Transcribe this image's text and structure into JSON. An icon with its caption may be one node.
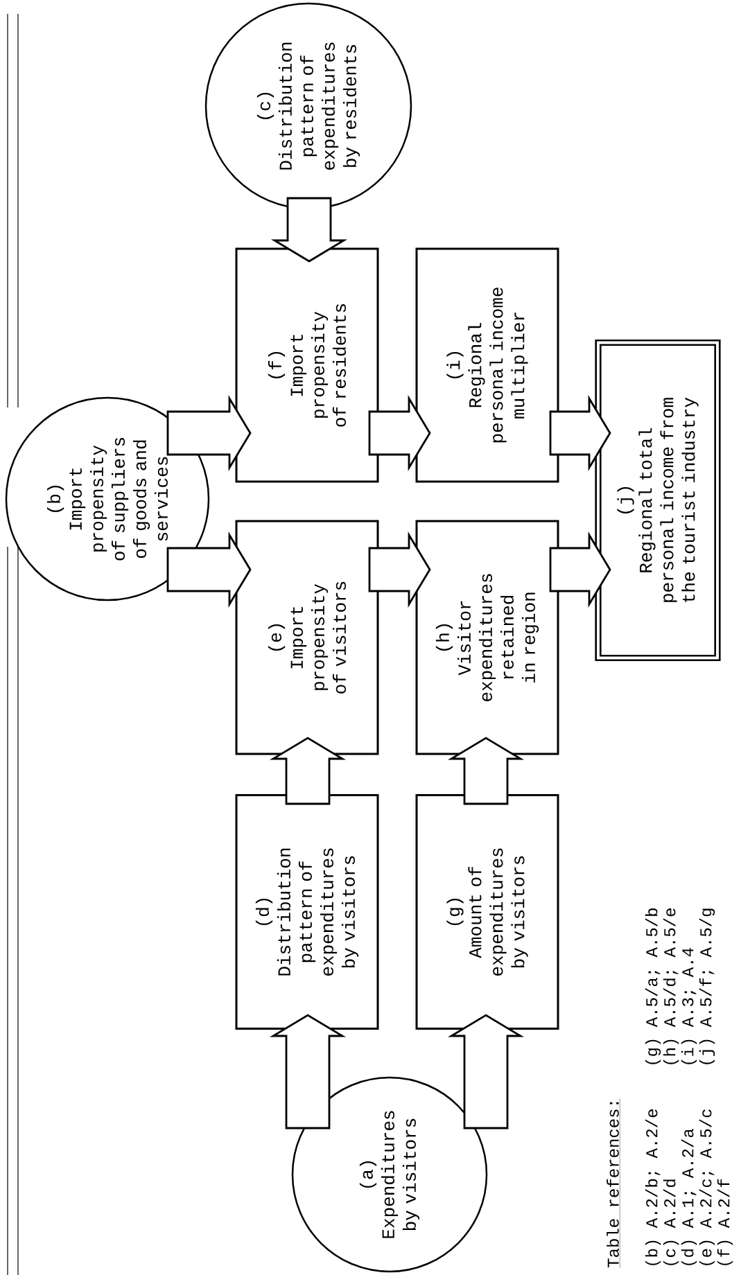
{
  "diagram": {
    "nodes": [
      {
        "text": [
          "(a)",
          "Expenditures by visitors"
        ]
      },
      {
        "text": [
          "(b)",
          "Import propensity of suppliers of goods and services"
        ]
      },
      {
        "text": [
          "(c)",
          "Distribution pattern of expenditures by residents"
        ]
      },
      {
        "text": [
          "(d)",
          "Distribution pattern of expenditures by visitors"
        ]
      },
      {
        "text": [
          "(e)",
          "Import propensity of visitors"
        ]
      },
      {
        "text": [
          "(f)",
          "Import propensity of residents"
        ]
      },
      {
        "text": [
          "(g)",
          "Amount of expenditures by visitors"
        ]
      },
      {
        "text": [
          "(h)",
          "Visitor expenditures retained in region"
        ]
      },
      {
        "text": [
          "(i)",
          "Regional personal income multiplier"
        ]
      },
      {
        "text": [
          "(j)",
          "Regional total personal income from the tourist industry"
        ]
      }
    ],
    "edges": [
      {
        "from": 0,
        "to": 3,
        "arrow": "to"
      },
      {
        "from": 0,
        "to": 6,
        "arrow": "to"
      },
      {
        "from": 3,
        "to": 4,
        "arrow": "to"
      },
      {
        "from": 6,
        "to": 7,
        "arrow": "to"
      },
      {
        "from": 1,
        "to": 4,
        "arrow": "to"
      },
      {
        "from": 1,
        "to": 5,
        "arrow": "to"
      },
      {
        "from": 2,
        "to": 5,
        "arrow": "to"
      },
      {
        "from": 4,
        "to": 7,
        "arrow": "to"
      },
      {
        "from": 5,
        "to": 8,
        "arrow": "to"
      },
      {
        "from": 7,
        "to": 9,
        "arrow": "to"
      },
      {
        "from": 8,
        "to": 9,
        "arrow": "to"
      }
    ],
    "labels": [
      "Table references:",
      "(b) A.2/b; A.2/e",
      "(c) A.2/d",
      "(d) A.1; A.2/a",
      "(e) A.2/c; A.5/c",
      "(f) A.2/f",
      "(g) A.5/a; A.5/b",
      "(h) A.5/d; A.5/e",
      "(i) A.3; A.4",
      "(j) A.5/f; A.5/g"
    ]
  }
}
